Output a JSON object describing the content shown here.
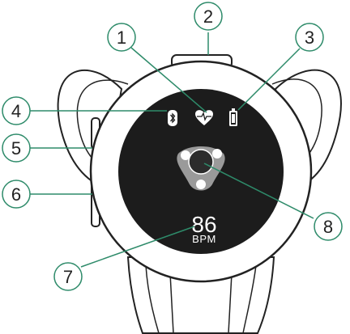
{
  "display": {
    "heart_rate_value": "86",
    "heart_rate_unit": "BPM"
  },
  "callouts": [
    {
      "id": "1",
      "label": "1"
    },
    {
      "id": "2",
      "label": "2"
    },
    {
      "id": "3",
      "label": "3"
    },
    {
      "id": "4",
      "label": "4"
    },
    {
      "id": "5",
      "label": "5"
    },
    {
      "id": "6",
      "label": "6"
    },
    {
      "id": "7",
      "label": "7"
    },
    {
      "id": "8",
      "label": "8"
    }
  ],
  "colors": {
    "leader_line": "#2e8b6a",
    "outline": "#222222",
    "screen": "#1c1c1c",
    "sensor": "#9a9a9a"
  }
}
